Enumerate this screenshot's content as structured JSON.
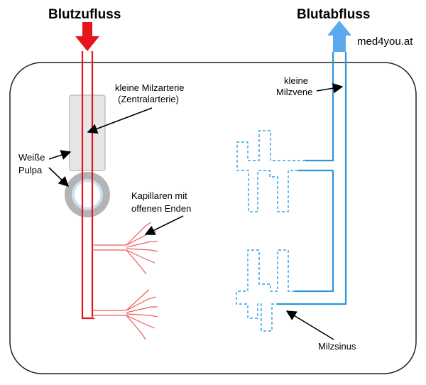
{
  "header": {
    "inflow_label": "Blutzufluss",
    "outflow_label": "Blutabfluss",
    "watermark": "med4you.at"
  },
  "labels": {
    "artery_line1": "kleine Milzarterie",
    "artery_line2": "(Zentralarterie)",
    "white_pulp_line1": "Weiße",
    "white_pulp_line2": "Pulpa",
    "capillaries_line1": "Kapillaren mit",
    "capillaries_line2": "offenen Enden",
    "vein_line1": "kleine",
    "vein_line2": "Milzvene",
    "sinus": "Milzsinus"
  },
  "colors": {
    "artery": "#e8141b",
    "capillary": "#f05a5a",
    "vein": "#2a95d8",
    "sinus": "#2aa0e8",
    "outflow_arrow": "#5aa8ee",
    "white_pulp_fill": "#e6e6e6",
    "white_pulp_ring": "#b4b4b4",
    "ring_inner": "#d6eaf8",
    "organ_border": "#222222"
  }
}
